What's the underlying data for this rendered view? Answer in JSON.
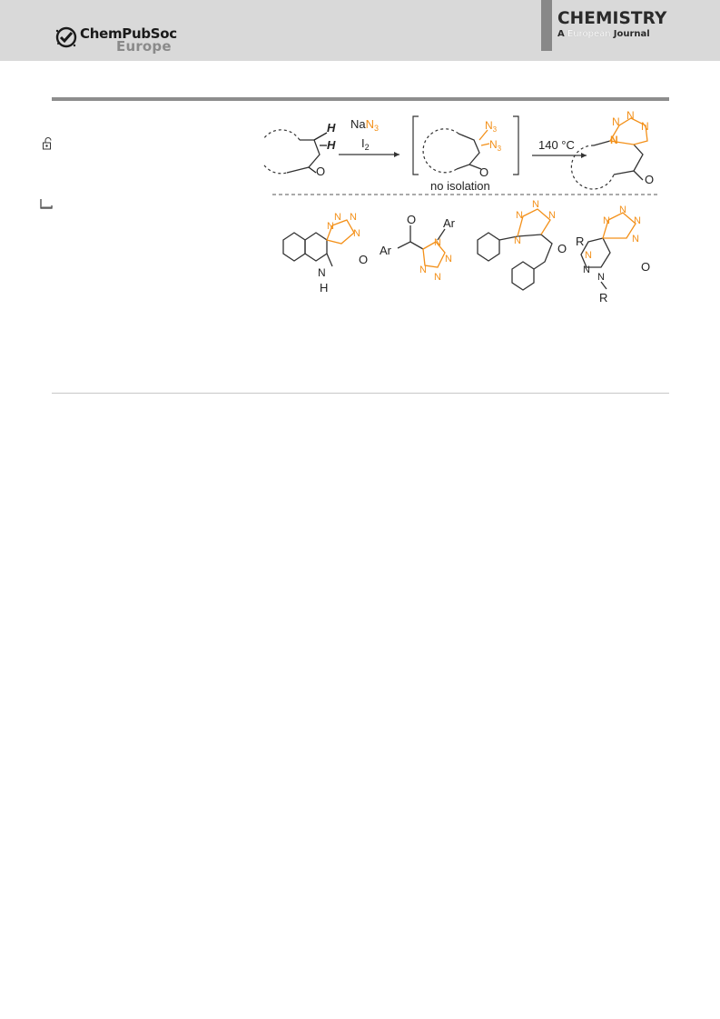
{
  "header": {
    "society_name": "ChemPubSoc",
    "society_region": "Europe",
    "journal_title": "CHEMISTRY",
    "journal_subtitle_words": [
      "A",
      "European",
      "Journal"
    ]
  },
  "colors": {
    "accent_orange": "#f39019",
    "header_gray": "#d9d9d9",
    "rule_gray": "#8d8d8d"
  },
  "icons": [
    "open-access-lock-icon",
    "crane-icon"
  ],
  "scheme": {
    "reagents": {
      "na": "Na",
      "n3": "N",
      "n3_sub": "3",
      "i": "I",
      "i_sub": "2"
    },
    "start_material": {
      "h_top": "H",
      "h_side": "H",
      "oxygen": "O"
    },
    "intermediate": {
      "azide1": "N",
      "azide1_sub": "3",
      "azide2": "N",
      "azide2_sub": "3",
      "oxygen": "O",
      "note": "no isolation"
    },
    "condition": "140 °C",
    "product": {
      "n": "N",
      "oxygen": "O"
    },
    "example_labels": {
      "nh": "H",
      "ar": "Ar",
      "r": "R"
    }
  }
}
